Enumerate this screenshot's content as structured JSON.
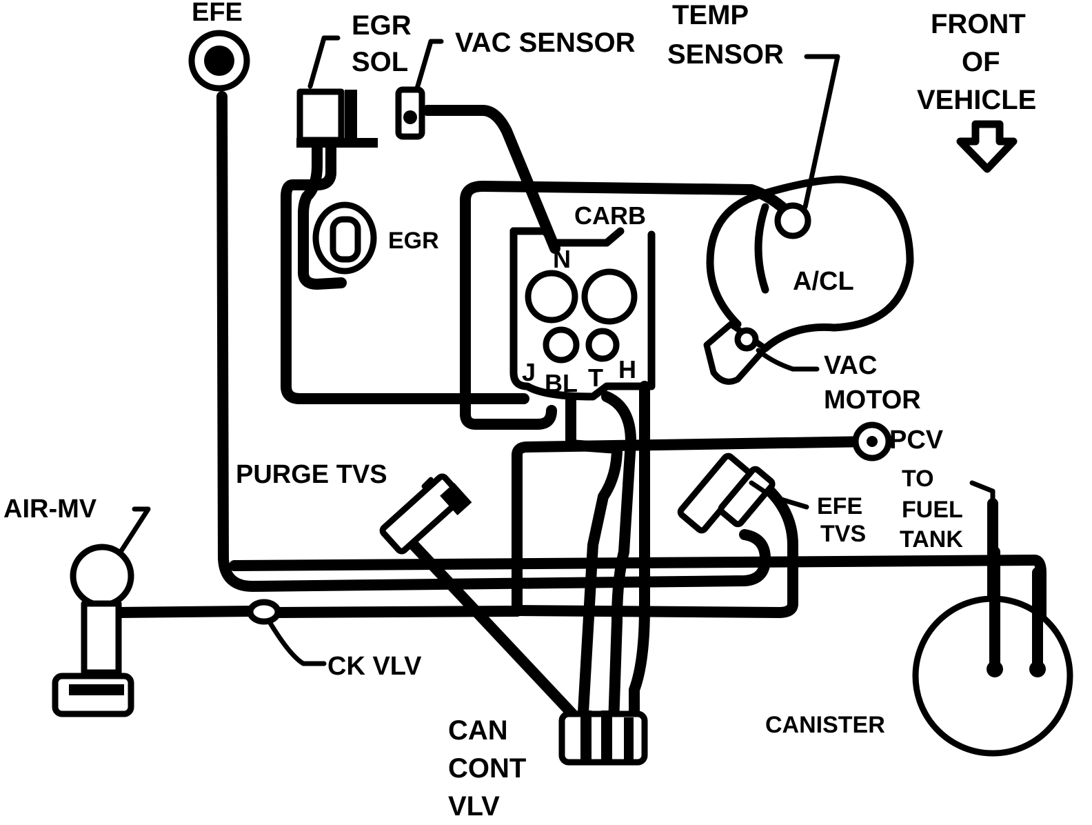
{
  "labels": {
    "efe": "EFE",
    "egr_sol_line1": "EGR",
    "egr_sol_line2": "SOL",
    "vac_sensor": "VAC SENSOR",
    "temp_sensor_line1": "TEMP",
    "temp_sensor_line2": "SENSOR",
    "front_line1": "FRONT",
    "front_line2": "OF",
    "front_line3": "VEHICLE",
    "carb": "CARB",
    "egr": "EGR",
    "acl": "A/CL",
    "port_n": "N",
    "port_j": "J",
    "port_bl": "BL",
    "port_t": "T",
    "port_h": "H",
    "vac_motor_line1": "VAC",
    "vac_motor_line2": "MOTOR",
    "pcv": "PCV",
    "purge_tvs": "PURGE TVS",
    "air_mv": "AIR-MV",
    "efe_tvs_line1": "EFE",
    "efe_tvs_line2": "TVS",
    "to_fuel_tank_line1": "TO",
    "to_fuel_tank_line2": "FUEL",
    "to_fuel_tank_line3": "TANK",
    "ck_vlv": "CK VLV",
    "canister": "CANISTER",
    "can_cont_vlv_line1": "CAN",
    "can_cont_vlv_line2": "CONT",
    "can_cont_vlv_line3": "VLV"
  },
  "icons": {
    "front_arrow": "down-arrow-icon"
  }
}
